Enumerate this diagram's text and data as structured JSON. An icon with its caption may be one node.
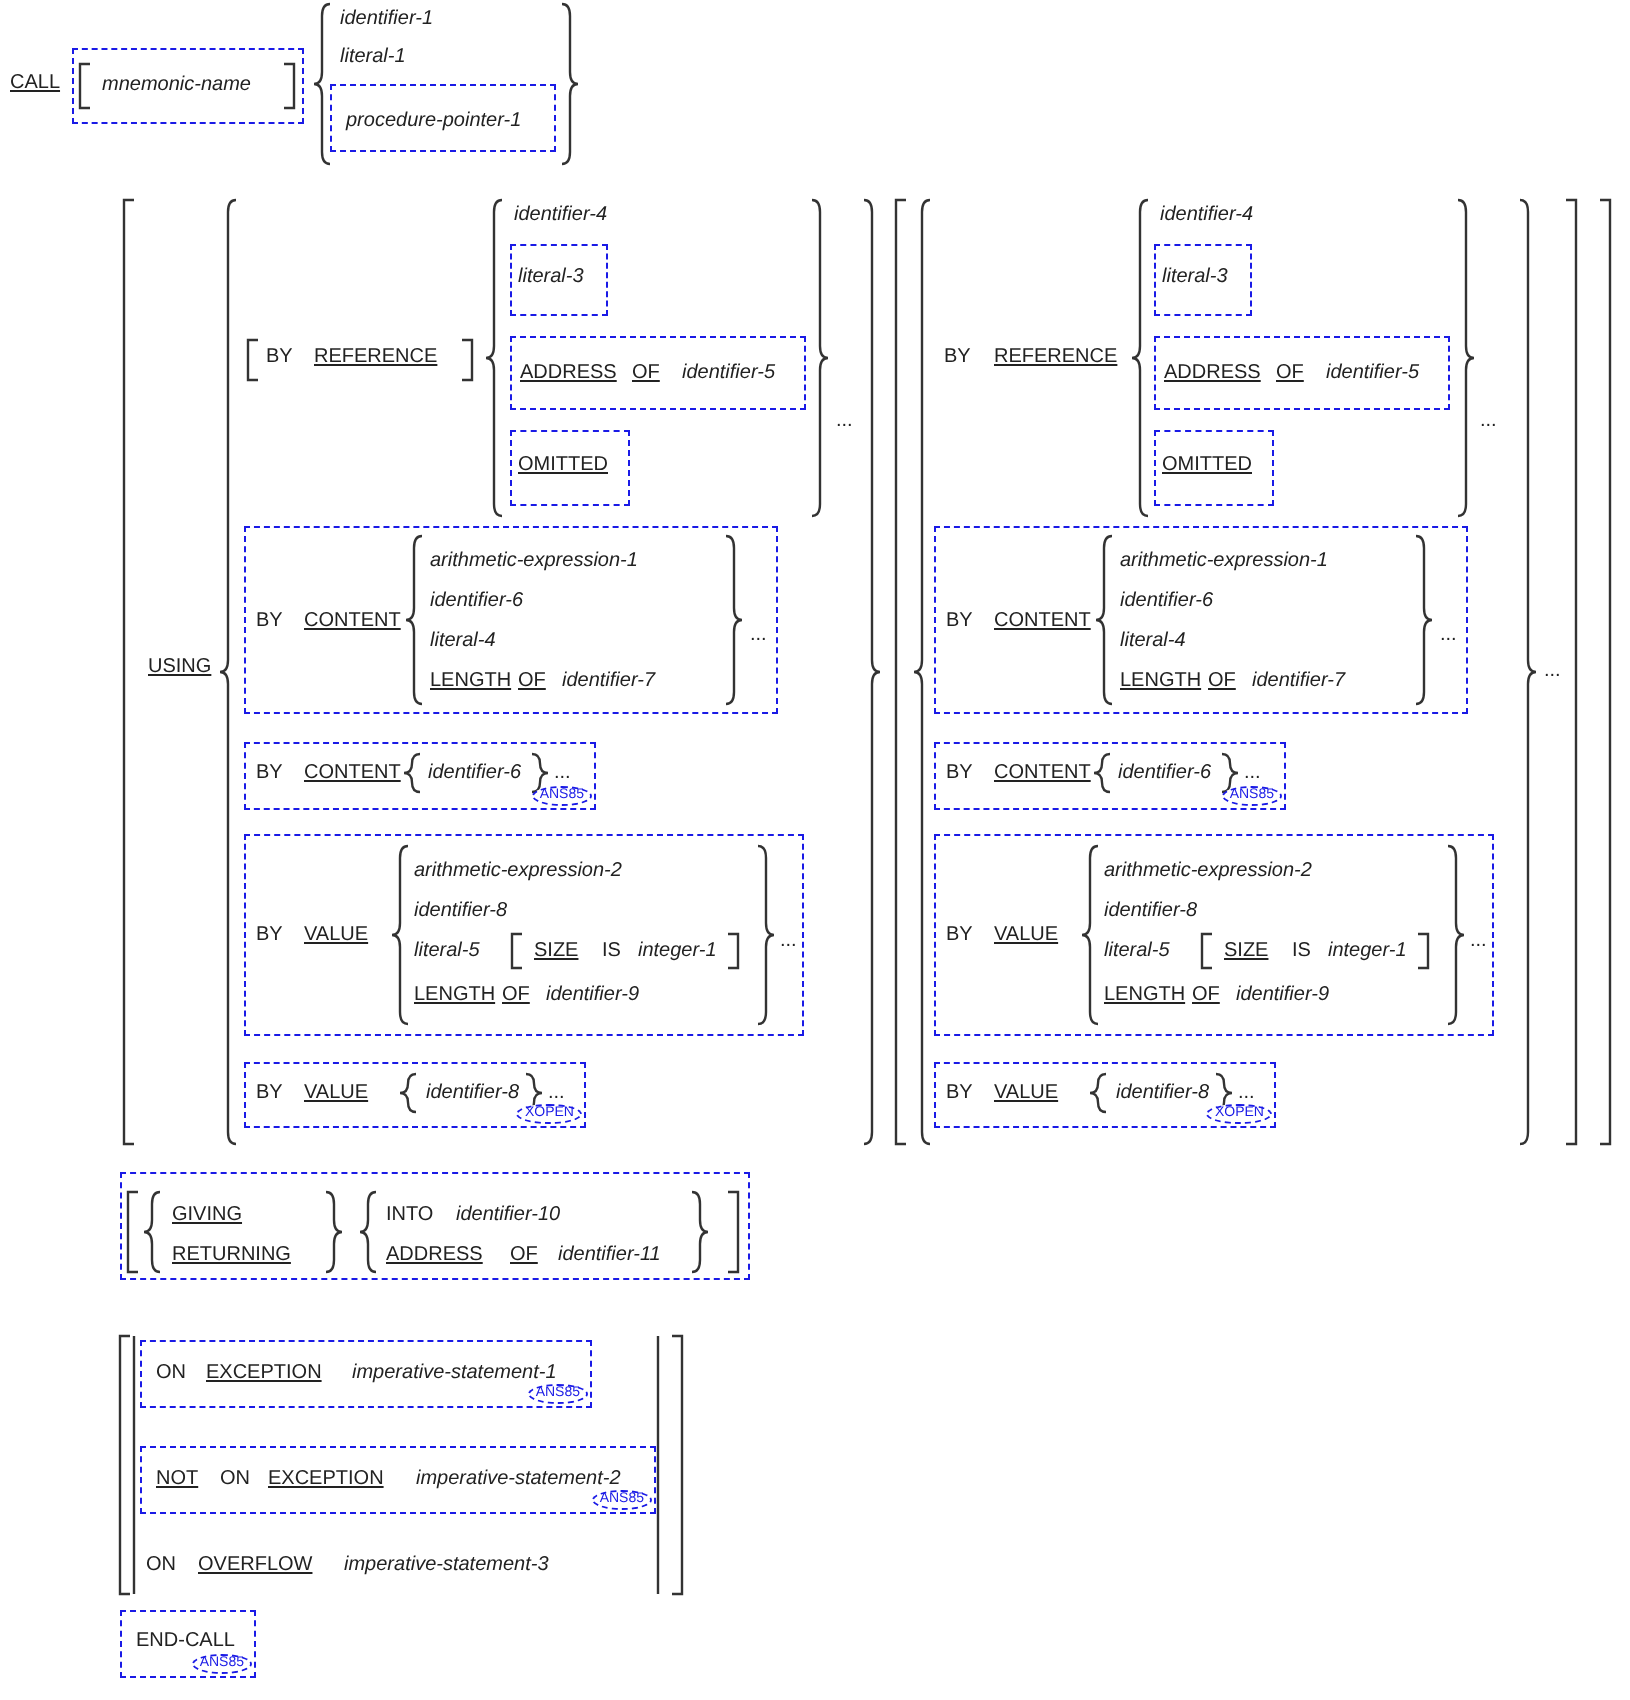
{
  "diagram": {
    "nodes": [
      {
        "text": [
          "mnemonic-name"
        ]
      },
      {
        "text": [
          "procedure-pointer-1"
        ]
      },
      {
        "text": [
          "literal-3"
        ]
      },
      {
        "text": [
          "ADDRESS",
          "OF",
          "identifier-5"
        ]
      },
      {
        "text": [
          "OMITTED"
        ]
      },
      {
        "text": [
          "BY",
          "CONTENT",
          "arithmetic-expression-1",
          "identifier-6",
          "literal-4",
          "LENGTH",
          "OF",
          "identifier-7",
          "..."
        ]
      },
      {
        "text": [
          "BY",
          "CONTENT",
          "identifier-6",
          "...",
          "ANS85"
        ]
      },
      {
        "text": [
          "BY",
          "VALUE",
          "arithmetic-expression-2",
          "identifier-8",
          "literal-5",
          "SIZE",
          "IS",
          "integer-1",
          "LENGTH",
          "OF",
          "identifier-9",
          "..."
        ]
      },
      {
        "text": [
          "BY",
          "VALUE",
          "identifier-8",
          "...",
          "XOPEN"
        ]
      },
      {
        "text": [
          "literal-3"
        ]
      },
      {
        "text": [
          "ADDRESS",
          "OF",
          "identifier-5"
        ]
      },
      {
        "text": [
          "OMITTED"
        ]
      },
      {
        "text": [
          "BY",
          "CONTENT",
          "arithmetic-expression-1",
          "identifier-6",
          "literal-4",
          "LENGTH",
          "OF",
          "identifier-7",
          "..."
        ]
      },
      {
        "text": [
          "BY",
          "CONTENT",
          "identifier-6",
          "...",
          "ANS85"
        ]
      },
      {
        "text": [
          "BY",
          "VALUE",
          "arithmetic-expression-2",
          "identifier-8",
          "literal-5",
          "SIZE",
          "IS",
          "integer-1",
          "LENGTH",
          "OF",
          "identifier-9",
          "..."
        ]
      },
      {
        "text": [
          "BY",
          "VALUE",
          "identifier-8",
          "...",
          "XOPEN"
        ]
      },
      {
        "text": [
          "GIVING",
          "RETURNING",
          "INTO",
          "identifier-10",
          "ADDRESS",
          "OF",
          "identifier-11"
        ]
      },
      {
        "text": [
          "ON",
          "EXCEPTION",
          "imperative-statement-1",
          "ANS85"
        ]
      },
      {
        "text": [
          "NOT",
          "ON",
          "EXCEPTION",
          "imperative-statement-2",
          "ANS85"
        ]
      },
      {
        "text": [
          "END-CALL",
          "ANS85"
        ]
      }
    ],
    "labels": [
      "CALL",
      "identifier-1",
      "literal-1",
      "USING",
      "BY",
      "REFERENCE",
      "identifier-4",
      "...",
      "BY",
      "REFERENCE",
      "identifier-4",
      "...",
      "...",
      "ON",
      "OVERFLOW",
      "imperative-statement-3"
    ]
  }
}
